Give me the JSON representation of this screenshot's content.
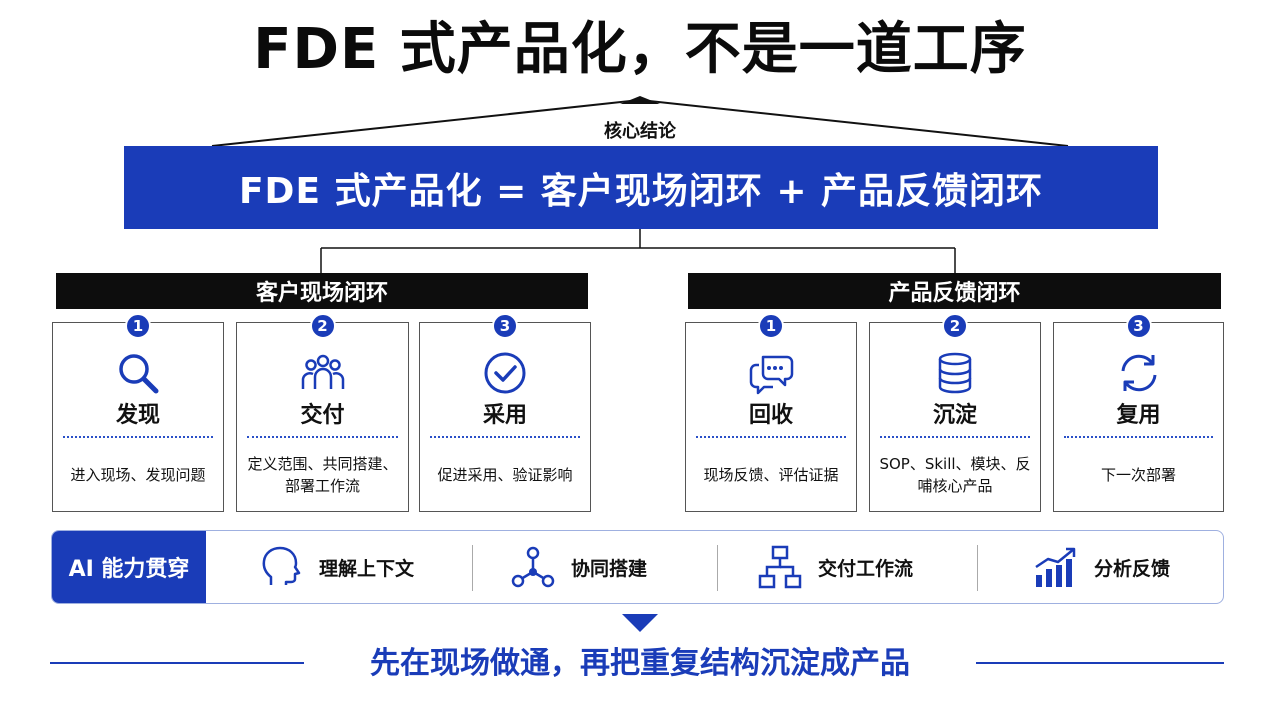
{
  "title": "FDE 式产品化，不是一道工序",
  "core_label": "核心结论",
  "formula": "FDE 式产品化 = 客户现场闭环 + 产品反馈闭环",
  "groups": [
    {
      "title": "客户现场闭环",
      "cards": [
        {
          "num": "1",
          "name": "发现",
          "desc": "进入现场、发现问题",
          "icon": "search-icon"
        },
        {
          "num": "2",
          "name": "交付",
          "desc": "定义范围、共同搭建、部署工作流",
          "icon": "team-icon"
        },
        {
          "num": "3",
          "name": "采用",
          "desc": "促进采用、验证影响",
          "icon": "check-circle-icon"
        }
      ]
    },
    {
      "title": "产品反馈闭环",
      "cards": [
        {
          "num": "1",
          "name": "回收",
          "desc": "现场反馈、评估证据",
          "icon": "chat-bubbles-icon"
        },
        {
          "num": "2",
          "name": "沉淀",
          "desc": "SOP、Skill、模块、反哺核心产品",
          "icon": "database-icon"
        },
        {
          "num": "3",
          "name": "复用",
          "desc": "下一次部署",
          "icon": "refresh-icon"
        }
      ]
    }
  ],
  "ai_bar": {
    "label": "AI 能力贯穿",
    "items": [
      {
        "text": "理解上下文",
        "icon": "head-profile-icon"
      },
      {
        "text": "协同搭建",
        "icon": "network-nodes-icon"
      },
      {
        "text": "交付工作流",
        "icon": "workflow-icon"
      },
      {
        "text": "分析反馈",
        "icon": "bar-chart-growth-icon"
      }
    ]
  },
  "bottom_text": "先在现场做通，再把重复结构沉淀成产品",
  "colors": {
    "accent": "#1a3cb8",
    "dark": "#0d0d0d"
  }
}
